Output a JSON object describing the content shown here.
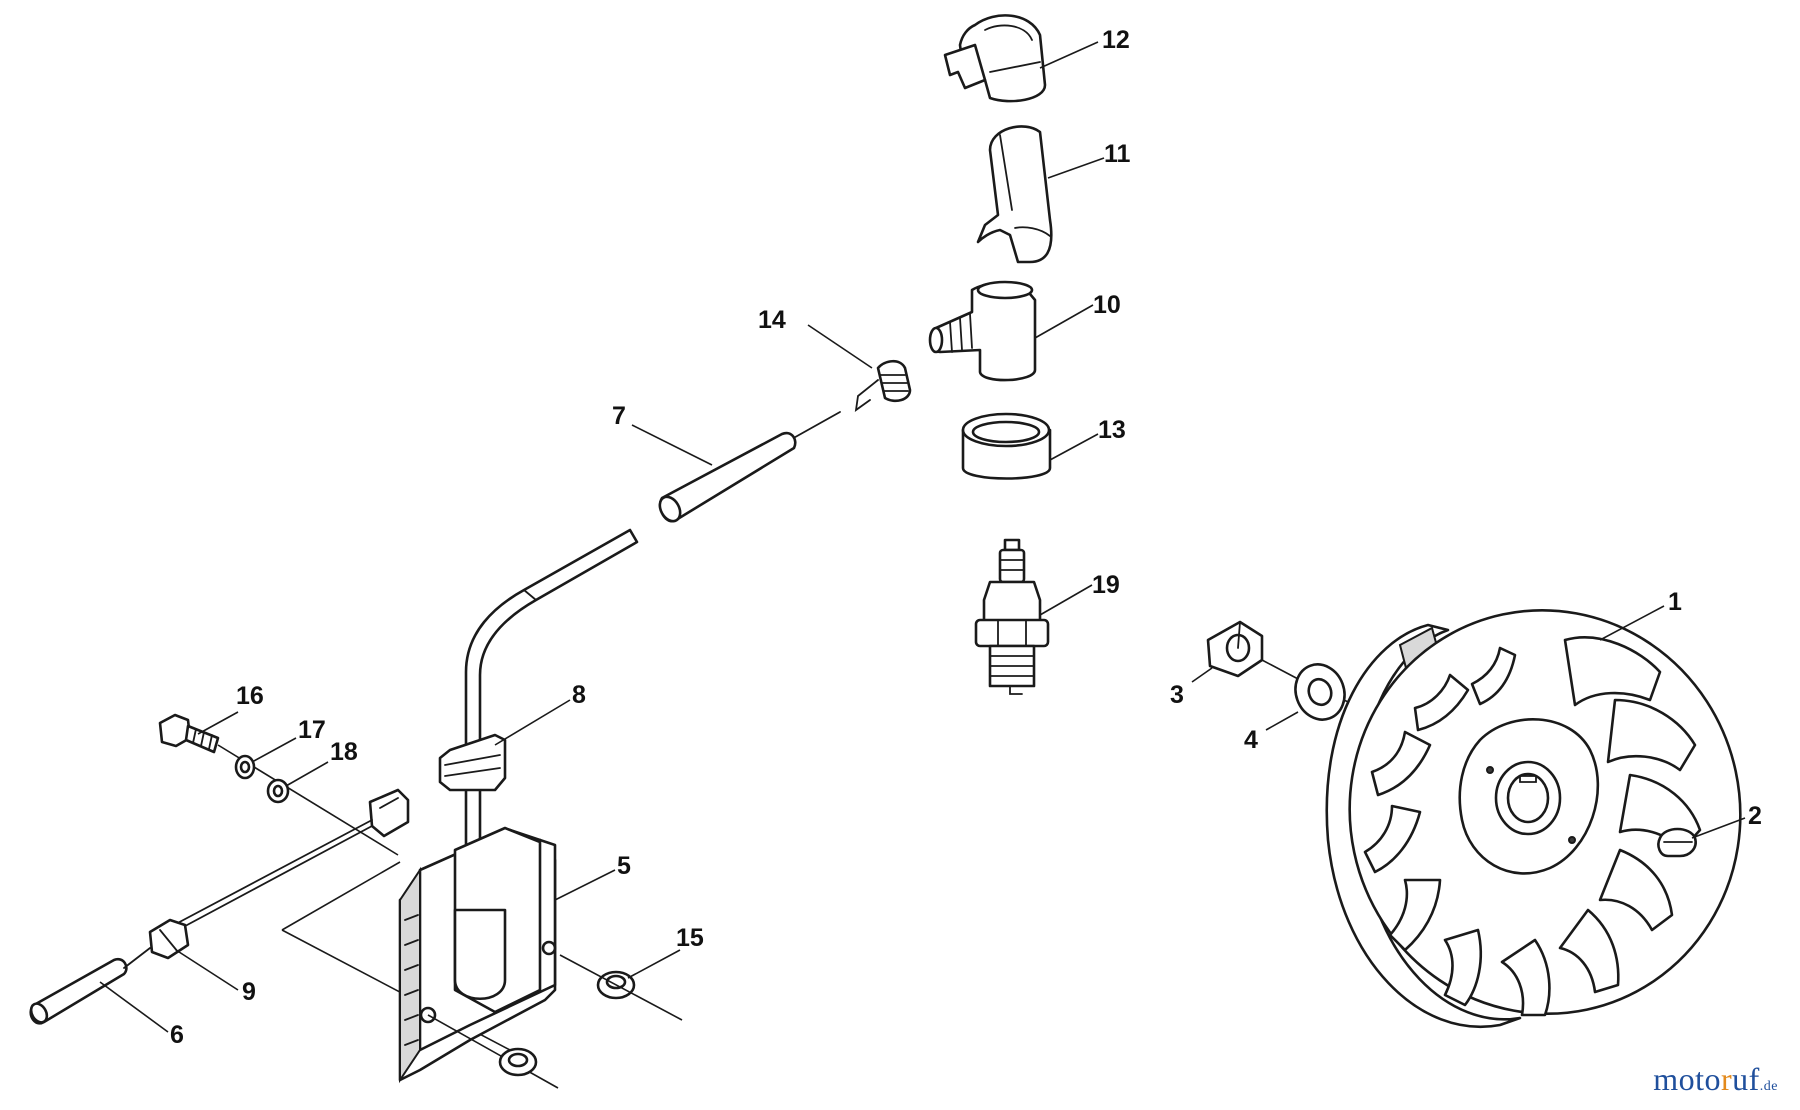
{
  "diagram": {
    "part_numbers": [
      "1",
      "2",
      "3",
      "4",
      "5",
      "6",
      "7",
      "8",
      "9",
      "10",
      "11",
      "12",
      "13",
      "14",
      "15",
      "16",
      "17",
      "18",
      "19"
    ]
  },
  "watermark": {
    "text_a": "moto",
    "text_b": "r",
    "text_c": "uf",
    "tld": ".de"
  }
}
